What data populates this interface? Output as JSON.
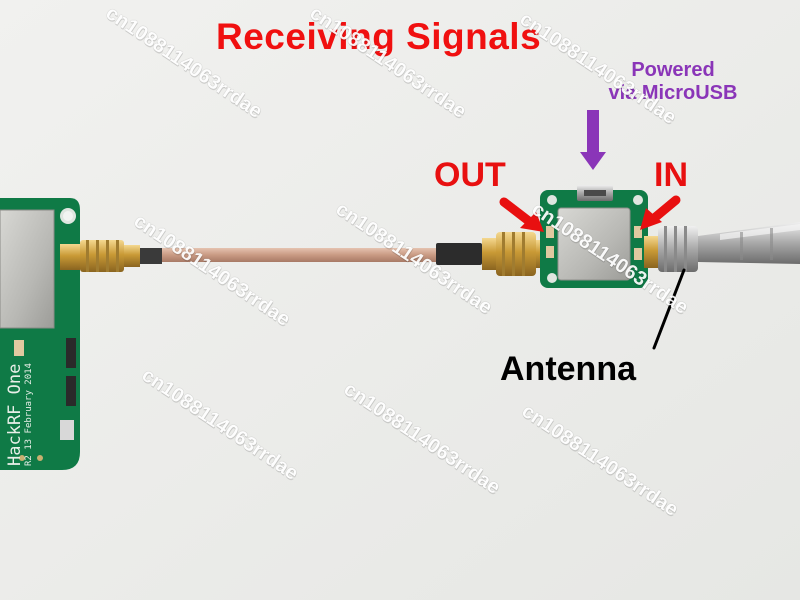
{
  "annotations": {
    "title": "Receiving Signals",
    "out": "OUT",
    "in": "IN",
    "powered_line1": "Powered",
    "powered_line2": "via MicroUSB",
    "antenna": "Antenna"
  },
  "board": {
    "name": "HackRF One",
    "rev": "R2",
    "date": "13 February 2014"
  },
  "watermark": "cn1088114063rrdae",
  "colors": {
    "annotation_red": "#f01010",
    "annotation_purple": "#8a35b8",
    "annotation_black": "#000000",
    "pcb_green": "#0f7a46",
    "background": "#eeeeec"
  }
}
